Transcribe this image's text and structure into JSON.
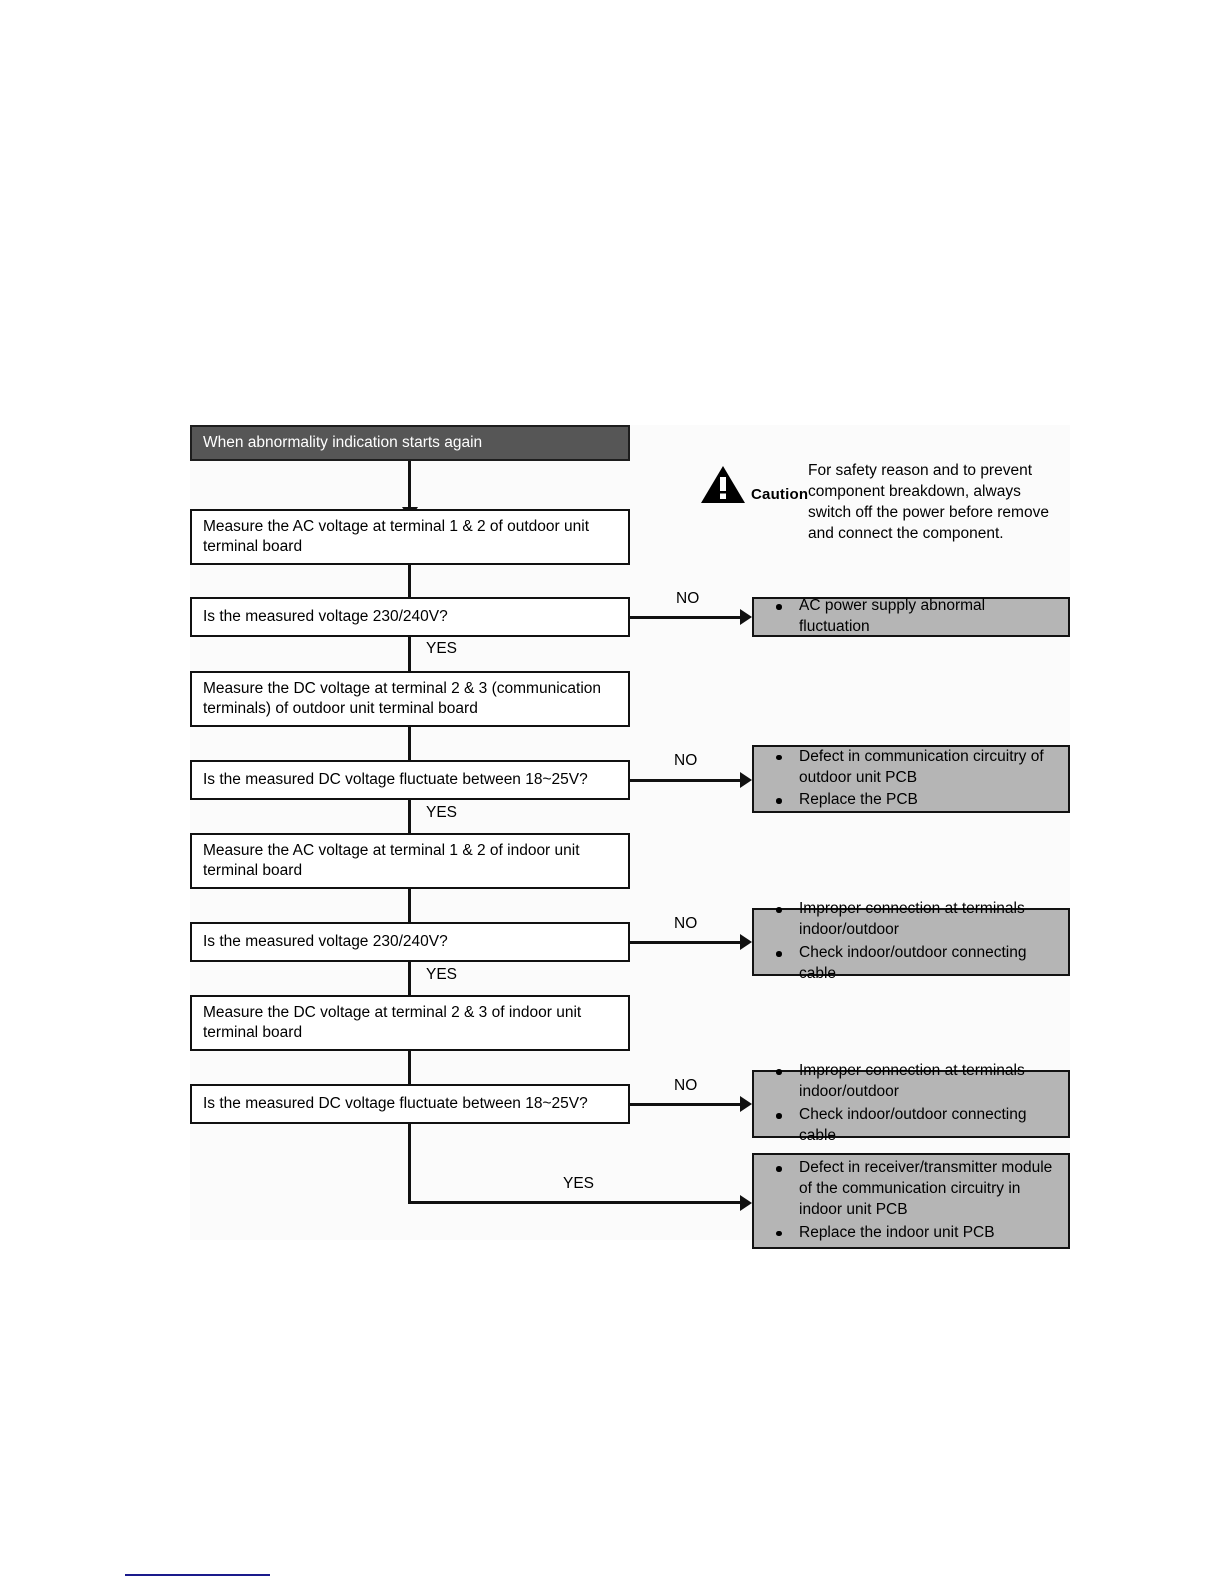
{
  "diagram": {
    "title": "When abnormality indication starts again",
    "nodes": {
      "start": "When abnormality indication starts again",
      "measure_ac_outdoor": "Measure the AC voltage at terminal 1 & 2 of outdoor unit terminal board",
      "decide_ac_outdoor": "Is the measured voltage 230/240V?",
      "measure_dc_outdoor": "Measure the DC voltage at terminal 2 & 3 (communication terminals) of outdoor unit terminal board",
      "decide_dc_outdoor": "Is the measured DC voltage fluctuate between 18~25V?",
      "measure_ac_indoor": "Measure the AC voltage at terminal 1 & 2 of indoor unit terminal board",
      "decide_ac_indoor": "Is the measured voltage 230/240V?",
      "measure_dc_indoor": "Measure the DC voltage at terminal 2 & 3 of indoor unit terminal board",
      "decide_dc_indoor": "Is the measured DC voltage fluctuate between 18~25V?"
    },
    "results": {
      "ac_power_abnormal": [
        "AC power supply abnormal fluctuation"
      ],
      "outdoor_pcb_defect": [
        "Defect in communication circuitry of outdoor unit PCB",
        "Replace the PCB"
      ],
      "improper_connection_ac": [
        "Improper connection at terminals indoor/outdoor",
        "Check indoor/outdoor connecting cable"
      ],
      "improper_connection_dc": [
        "Improper connection at terminals indoor/outdoor",
        "Check indoor/outdoor connecting cable"
      ],
      "indoor_pcb_defect": [
        "Defect in receiver/transmitter module of the communication circuitry in indoor unit PCB",
        "Replace the indoor unit PCB"
      ]
    },
    "edge_labels": {
      "no_1": "NO",
      "yes_1": "YES",
      "no_2": "NO",
      "yes_2": "YES",
      "no_3": "NO",
      "yes_3": "YES",
      "no_4": "NO",
      "yes_4": "YES"
    },
    "caution": {
      "word": "Caution",
      "text": "For safety reason and to prevent component breakdown, always switch off the power before remove and connect the component."
    },
    "colors": {
      "header_fill": "#565656",
      "result_fill": "#b5b5b5",
      "node_fill": "#ffffff",
      "stroke": "#111111",
      "panel_bg": "#fbfbfb",
      "footer_rule": "#1a1a8c"
    }
  }
}
